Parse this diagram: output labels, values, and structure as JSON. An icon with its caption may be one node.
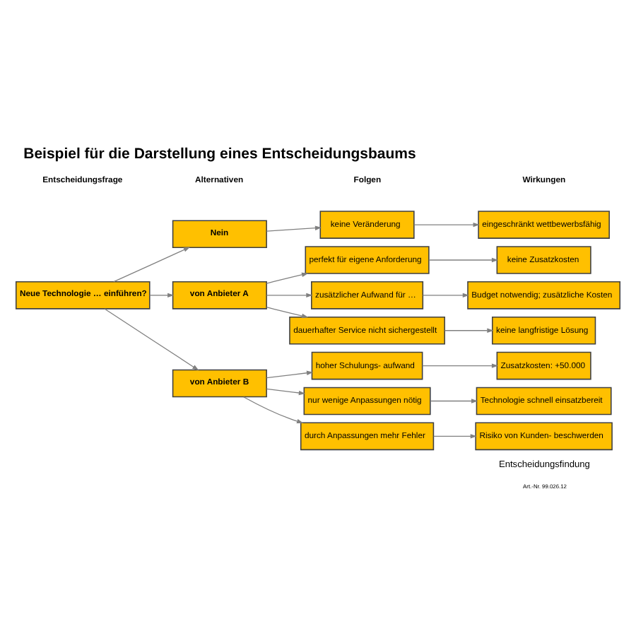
{
  "diagram": {
    "title": "Beispiel für die Darstellung eines Entscheidungsbaums",
    "nodes": [
      {
        "text": [
          "Neue Technologie … einführen?"
        ]
      },
      {
        "text": [
          "Nein"
        ]
      },
      {
        "text": [
          "von Anbieter A"
        ]
      },
      {
        "text": [
          "von Anbieter B"
        ]
      },
      {
        "text": [
          "keine Veränderung"
        ]
      },
      {
        "text": [
          "perfekt für eigene Anforderung"
        ]
      },
      {
        "text": [
          "zusätzlicher Aufwand für …"
        ]
      },
      {
        "text": [
          "dauerhafter Service nicht sichergestellt"
        ]
      },
      {
        "text": [
          "hoher Schulungs- aufwand"
        ]
      },
      {
        "text": [
          "nur wenige Anpassungen nötig"
        ]
      },
      {
        "text": [
          "durch Anpassungen mehr Fehler"
        ]
      },
      {
        "text": [
          "eingeschränkt wettbewerbsfähig"
        ]
      },
      {
        "text": [
          "keine Zusatzkosten"
        ]
      },
      {
        "text": [
          "Budget notwendig; zusätzliche Kosten"
        ]
      },
      {
        "text": [
          "keine langfristige Lösung"
        ]
      },
      {
        "text": [
          "Zusatzkosten: +50.000"
        ]
      },
      {
        "text": [
          "Technologie schnell einsatzbereit"
        ]
      },
      {
        "text": [
          "Risiko von Kunden- beschwerden"
        ]
      }
    ],
    "edges": [
      {
        "from": 0,
        "to": 1,
        "arrow": "to"
      },
      {
        "from": 0,
        "to": 2,
        "arrow": "to"
      },
      {
        "from": 0,
        "to": 3,
        "arrow": "to"
      },
      {
        "from": 1,
        "to": 4,
        "arrow": "to"
      },
      {
        "from": 2,
        "to": 5,
        "arrow": "to"
      },
      {
        "from": 2,
        "to": 6,
        "arrow": "to"
      },
      {
        "from": 2,
        "to": 7,
        "arrow": "to"
      },
      {
        "from": 3,
        "to": 8,
        "arrow": "to"
      },
      {
        "from": 3,
        "to": 9,
        "arrow": "to"
      },
      {
        "from": 3,
        "to": 10,
        "arrow": "to"
      },
      {
        "from": 4,
        "to": 11,
        "arrow": "to"
      },
      {
        "from": 5,
        "to": 12,
        "arrow": "to"
      },
      {
        "from": 6,
        "to": 13,
        "arrow": "to"
      },
      {
        "from": 7,
        "to": 14,
        "arrow": "to"
      },
      {
        "from": 8,
        "to": 15,
        "arrow": "to"
      },
      {
        "from": 9,
        "to": 16,
        "arrow": "to"
      },
      {
        "from": 10,
        "to": 17,
        "arrow": "to"
      }
    ],
    "labels": [
      "Entscheidungsfrage",
      "Alternativen",
      "Folgen",
      "Wirkungen",
      "Entscheidungsfindung",
      "Art.-Nr. 99.026.12"
    ]
  }
}
